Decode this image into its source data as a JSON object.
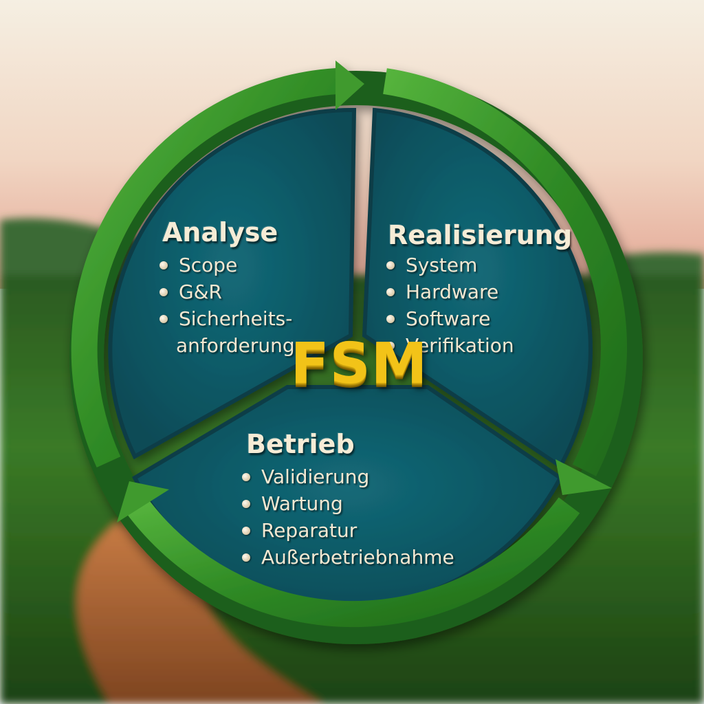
{
  "diagram": {
    "center_label": "FSM",
    "segments": [
      {
        "title": "Analyse",
        "items": [
          "Scope",
          "G&R",
          "Sicherheits-",
          "anforderung"
        ]
      },
      {
        "title": "Realisierung",
        "items": [
          "System",
          "Hardware",
          "Software",
          "Verifikation"
        ]
      },
      {
        "title": "Betrieb",
        "items": [
          "Validierung",
          "Wartung",
          "Reparatur",
          "Außerbetriebnahme"
        ]
      }
    ]
  },
  "colors": {
    "sky_top": "#f4ecdc",
    "sky_horizon": "#e9b9a6",
    "grass": "#2f6a22",
    "path": "#9c5a2c",
    "segment_fill": "#0f5e6d",
    "ring_green": "#3f9a2f",
    "center_text": "#f2c318",
    "label_text": "#f3e8d2"
  }
}
